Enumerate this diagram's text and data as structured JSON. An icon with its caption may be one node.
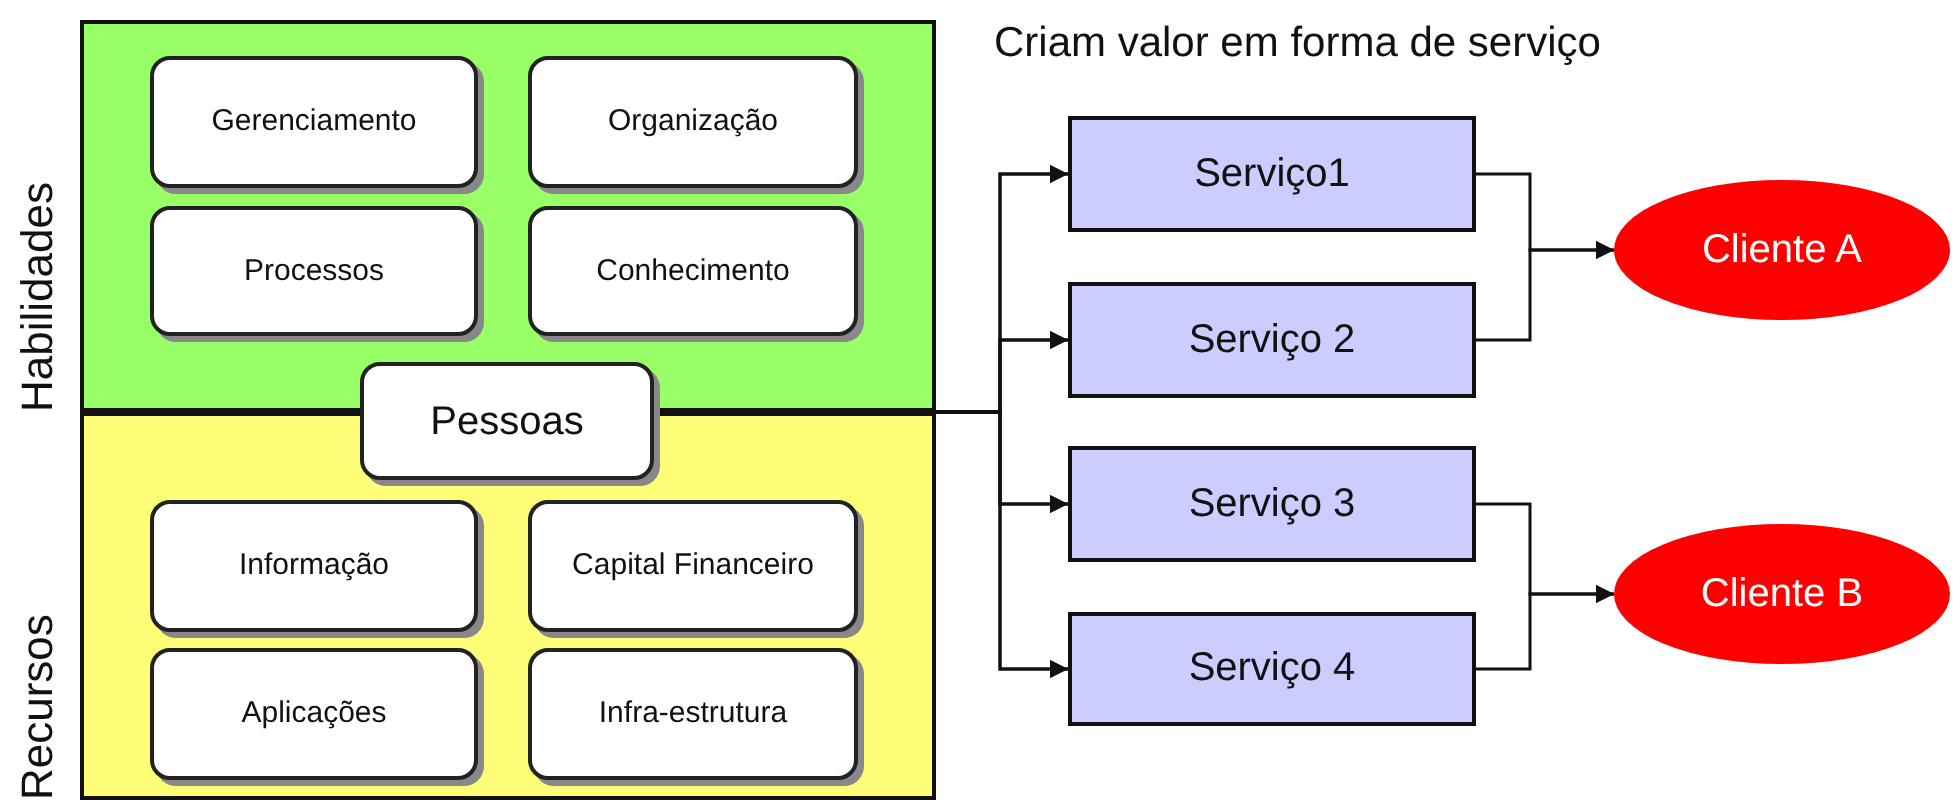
{
  "diagram": {
    "title": "Criam valor em forma de serviço",
    "nodes": [
      {
        "text": [
          "Habilidades"
        ]
      },
      {
        "text": [
          "Gerenciamento"
        ],
        "in": 0
      },
      {
        "text": [
          "Organização"
        ],
        "in": 0
      },
      {
        "text": [
          "Processos"
        ],
        "in": 0
      },
      {
        "text": [
          "Conhecimento"
        ],
        "in": 0
      },
      {
        "text": [
          "Pessoas"
        ]
      },
      {
        "text": [
          "Recursos"
        ]
      },
      {
        "text": [
          "Informação"
        ],
        "in": 6
      },
      {
        "text": [
          "Capital Financeiro"
        ],
        "in": 6
      },
      {
        "text": [
          "Aplicações"
        ],
        "in": 6
      },
      {
        "text": [
          "Infra-estrutura"
        ],
        "in": 6
      },
      {
        "text": [
          "Serviço1"
        ]
      },
      {
        "text": [
          "Serviço 2"
        ]
      },
      {
        "text": [
          "Serviço 3"
        ]
      },
      {
        "text": [
          "Serviço 4"
        ]
      },
      {
        "text": [
          "Cliente A"
        ]
      },
      {
        "text": [
          "Cliente B"
        ]
      }
    ],
    "edges": [
      {
        "from": 0,
        "to": 11,
        "arrow": "to"
      },
      {
        "from": 0,
        "to": 12,
        "arrow": "to"
      },
      {
        "from": 0,
        "to": 13,
        "arrow": "to"
      },
      {
        "from": 0,
        "to": 14,
        "arrow": "to"
      },
      {
        "from": 6,
        "to": 11,
        "arrow": "to"
      },
      {
        "from": 6,
        "to": 12,
        "arrow": "to"
      },
      {
        "from": 6,
        "to": 13,
        "arrow": "to"
      },
      {
        "from": 6,
        "to": 14,
        "arrow": "to"
      },
      {
        "from": 11,
        "to": 15,
        "arrow": "to"
      },
      {
        "from": 12,
        "to": 15,
        "arrow": "to"
      },
      {
        "from": 13,
        "to": 16,
        "arrow": "to"
      },
      {
        "from": 14,
        "to": 16,
        "arrow": "to"
      }
    ]
  }
}
